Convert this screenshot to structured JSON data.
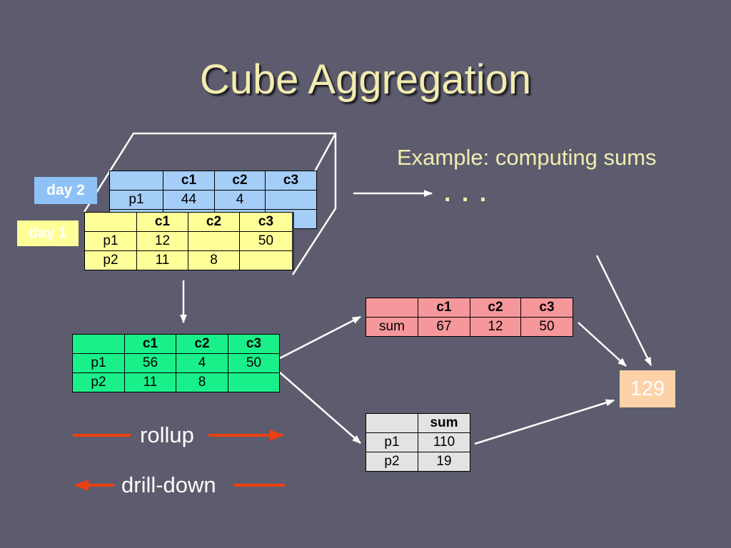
{
  "title": "Cube Aggregation",
  "subtitle": "Example: computing sums",
  "ellipsis": ". . .",
  "labels": {
    "day2": "day 2",
    "day1": "day 1"
  },
  "day2_table": {
    "headers": [
      "",
      "c1",
      "c2",
      "c3"
    ],
    "rows": [
      [
        "p1",
        "44",
        "4",
        ""
      ],
      [
        "",
        "",
        "",
        ""
      ]
    ]
  },
  "day1_table": {
    "headers": [
      "",
      "c1",
      "c2",
      "c3"
    ],
    "rows": [
      [
        "p1",
        "12",
        "",
        "50"
      ],
      [
        "p2",
        "11",
        "8",
        ""
      ]
    ]
  },
  "combined_table": {
    "headers": [
      "",
      "c1",
      "c2",
      "c3"
    ],
    "rows": [
      [
        "p1",
        "56",
        "4",
        "50"
      ],
      [
        "p2",
        "11",
        "8",
        ""
      ]
    ]
  },
  "column_sums_table": {
    "headers": [
      "",
      "c1",
      "c2",
      "c3"
    ],
    "rows": [
      [
        "sum",
        "67",
        "12",
        "50"
      ]
    ]
  },
  "row_sums_table": {
    "headers": [
      "",
      "sum"
    ],
    "rows": [
      [
        "p1",
        "110"
      ],
      [
        "p2",
        "19"
      ]
    ]
  },
  "total": "129",
  "legend": {
    "rollup": "rollup",
    "drilldown": "drill-down"
  },
  "colors": {
    "background": "#5c5c6e",
    "title_text": "#f3ecb0",
    "day2_fill": "#a4cdf7",
    "day1_fill": "#ffff99",
    "combined_fill": "#19f08a",
    "column_sums_fill": "#f6979b",
    "row_sums_fill": "#e3e3e3",
    "total_fill": "#fdd2a8",
    "legend_arrow": "#ee3f0e"
  }
}
